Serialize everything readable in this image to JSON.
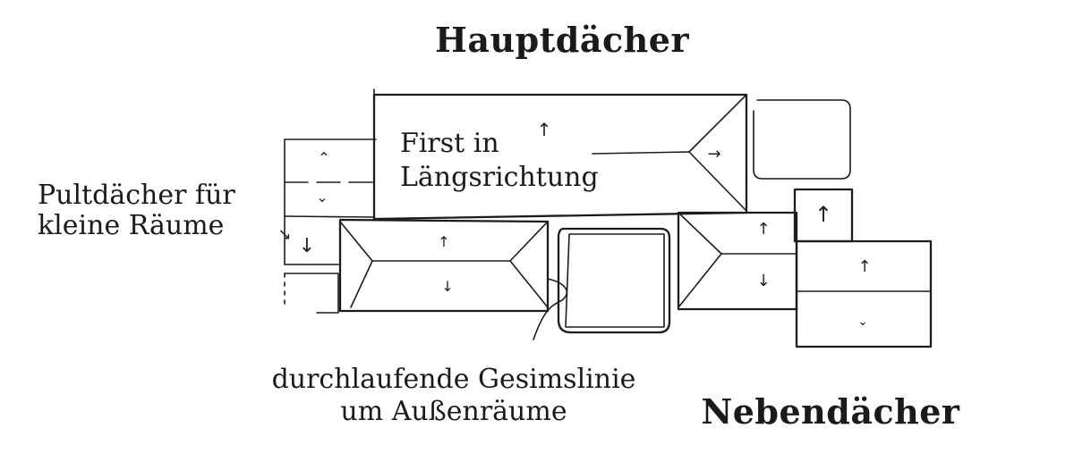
{
  "titles": {
    "main_roofs": "Hauptdächer",
    "secondary_roofs": "Nebendächer"
  },
  "labels": {
    "ridge_line1": "First in",
    "ridge_line2": "Längsrichtung",
    "shed_line1": "Pultdächer für",
    "shed_line2": "kleine Räume",
    "eave_line1": "durchlaufende Gesimslinie",
    "eave_line2": "um Außenräume"
  },
  "glyphs": {
    "up": "↑",
    "down": "↓",
    "right": "→",
    "up_small": "⌃",
    "down_small": "⌄",
    "hook_right": "↘"
  }
}
